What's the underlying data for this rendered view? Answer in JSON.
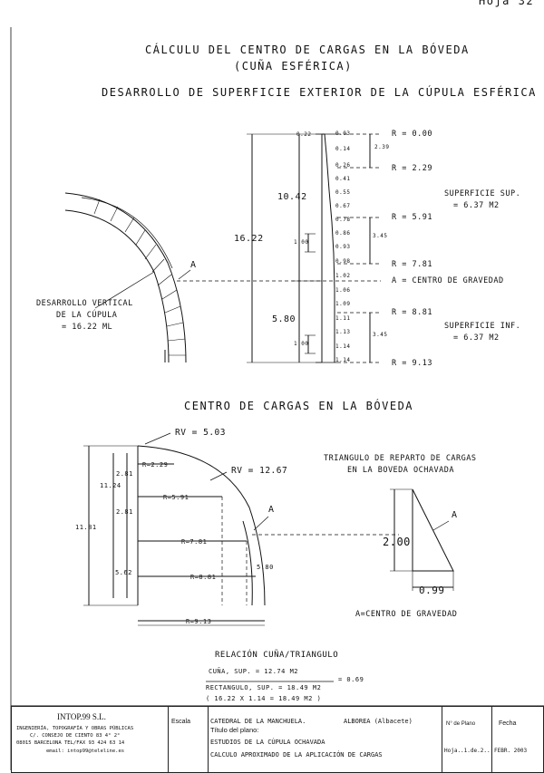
{
  "page": {
    "sheet_label": "Hoja 32"
  },
  "titles": {
    "main": "CÁLCULU DEL CENTRO DE CARGAS EN LA BÓVEDA",
    "sub": "(CUÑA ESFÉRICA)",
    "section1": "DESARROLLO DE SUPERFICIE EXTERIOR DE LA CÚPULA ESFÉRICA",
    "section2": "CENTRO DE CARGAS EN LA BÓVEDA"
  },
  "top_diagram": {
    "dev_label": [
      "DESARROLLO VERTICAL",
      "DE LA CÚPULA",
      "= 16.22 ML"
    ],
    "point_a": "A",
    "dims": {
      "total": "16.22",
      "upper": "10.42",
      "lower": "5.80",
      "step1": "1.00",
      "step2": "1.00",
      "top_w": "0.22",
      "d1": "2.39",
      "d2": "3.45",
      "d3": "3.45"
    },
    "widths": [
      "0.03",
      "0.14",
      "0.26",
      "0.41",
      "0.55",
      "0.67",
      "0.78",
      "0.86",
      "0.93",
      "0.98",
      "1.02",
      "1.06",
      "1.09",
      "1.11",
      "1.13",
      "1.14",
      "1.14"
    ],
    "radii": [
      "R = 0.00",
      "R = 2.29",
      "R = 5.91",
      "R = 7.81",
      "R = 8.81",
      "R = 9.13"
    ],
    "centro": "A = CENTRO DE GRAVEDAD",
    "sup_sup": [
      "SUPERFICIE SUP.",
      "= 6.37 M2"
    ],
    "sup_inf": [
      "SUPERFICIE INF.",
      "= 6.37 M2"
    ]
  },
  "bottom_diagram": {
    "rv1": "RV = 5.03",
    "rv2": "RV = 12.67",
    "radii": [
      "R=2.29",
      "R=5.91",
      "R=7.81",
      "R=8.81",
      "R=9.13"
    ],
    "heights": {
      "h1": "11.81",
      "h2": "11.24",
      "a": "2.81",
      "b": "2.81",
      "c": "5.62",
      "side": "5.80"
    },
    "point_a": "A",
    "triangle_title": [
      "TRIANGULO DE REPARTO DE CARGAS",
      "EN LA BOVEDA OCHAVADA"
    ],
    "tri_h": "2.00",
    "tri_w": "0.99",
    "centro": "A=CENTRO DE GRAVEDAD"
  },
  "relation": {
    "title": "RELACIÓN CUÑA/TRIANGULO",
    "line1": "CUÑA, SUP. = 12.74 M2",
    "line2": "RECTANGULO, SUP. = 18.49 M2",
    "line3": "( 16.22 X 1.14 = 18.49 M2 )",
    "result": "= 0.69"
  },
  "title_block": {
    "company": "INTOP.99 S.L.",
    "company_lines": [
      "INGENIERÍA, TOPOGRAFÍA Y OBRAS PÚBLICAS",
      "C/. CONSEJO DE CIENTO 83 4° 2°",
      "08015 BARCELONA TEL/FAX 93 424 63 14",
      "email: intop99@teleline.es"
    ],
    "escala": "Escala",
    "project": "CATEDRAL DE LA MANCHUELA.",
    "location": "ALBOREA (Albacete)",
    "titulo_label": "Título del plano:",
    "titulo1": "ESTUDIOS DE LA CÚPULA OCHAVADA",
    "titulo2": "CALCULO APROXIMADO DE LA APLICACIÓN DE CARGAS",
    "plano_label": "N° de Plano",
    "plano_value": "Hoja..1.de.2..",
    "fecha_label": "Fecha",
    "fecha_value": "FEBR. 2003"
  }
}
